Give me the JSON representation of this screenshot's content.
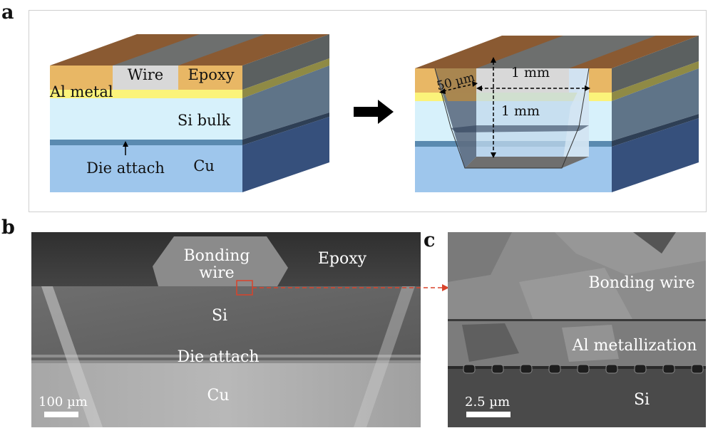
{
  "panels": {
    "a": "a",
    "b": "b",
    "c": "c"
  },
  "schematic_left": {
    "wire": "Wire",
    "epoxy": "Epoxy",
    "al_metal": "Al metal",
    "si_bulk": "Si bulk",
    "die_attach": "Die attach",
    "cu": "Cu"
  },
  "schematic_right": {
    "dim_50um": "50 µm",
    "dim_1mm_width": "1 mm",
    "dim_1mm_depth": "1 mm"
  },
  "sem_b": {
    "bonding_wire_line1": "Bonding",
    "bonding_wire_line2": "wire",
    "epoxy": "Epoxy",
    "si": "Si",
    "die_attach": "Die attach",
    "cu": "Cu",
    "scale_bar": "100 µm"
  },
  "sem_c": {
    "bonding_wire": "Bonding wire",
    "al_metallization": "Al metallization",
    "si": "Si",
    "scale_bar": "2.5 µm"
  },
  "colors": {
    "epoxy": "#e8b765",
    "wire": "#d8d8d8",
    "al_metal": "#fbf37a",
    "si_bulk": "#d7f1fb",
    "cu": "#9ec6ec",
    "die_attach": "#5a8ab0",
    "top_face": "#8a5a32",
    "side_face": "#3e5a8a",
    "arrow": "#000000",
    "callout": "#d9432b"
  }
}
